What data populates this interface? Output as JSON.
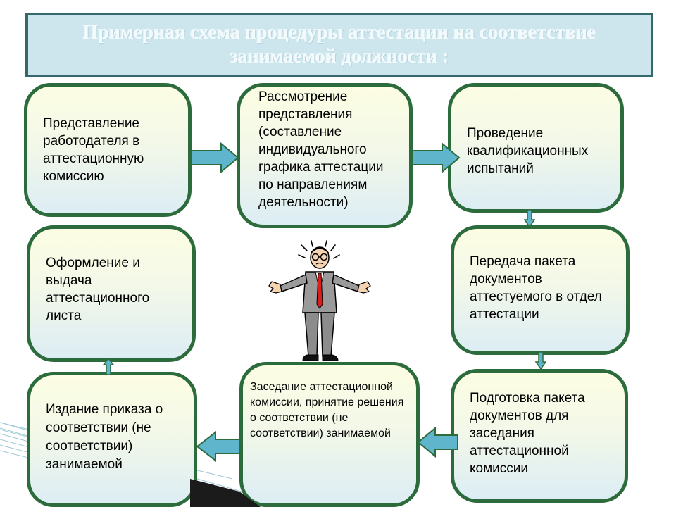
{
  "title": "Примерная схема процедуры аттестации на соответствие занимаемой должности :",
  "steps": [
    {
      "id": "submission",
      "text": "Представление работодателя в аттестационную комиссию"
    },
    {
      "id": "review",
      "text": "Рассмотрение представления (составление индивидуального графика аттестации по направлениям деятельности)"
    },
    {
      "id": "tests",
      "text": "Проведение квалификационных испытаний"
    },
    {
      "id": "transfer",
      "text": "Передача  пакета документов аттестуемого в отдел аттестации"
    },
    {
      "id": "preparation",
      "text": "Подготовка пакета документов для заседания аттестационной комиссии"
    },
    {
      "id": "meeting",
      "text": "Заседание аттестационной комиссии, принятие решения о соответствии (не соответствии) занимаемой"
    },
    {
      "id": "order",
      "text": "Издание приказа о соответствии (не соответствии) занимаемой"
    },
    {
      "id": "certificate",
      "text": "Оформление и выдача аттестационного листа"
    }
  ],
  "colors": {
    "title_bg": "#cde6ee",
    "title_border": "#35686c",
    "node_border": "#2c6b3b",
    "arrow_fill": "#5fb6cc",
    "arrow_stroke": "#2c6b3b"
  },
  "icons": {
    "figure": "confused-businessman-clipart",
    "arrows": "block-arrow-icon"
  }
}
